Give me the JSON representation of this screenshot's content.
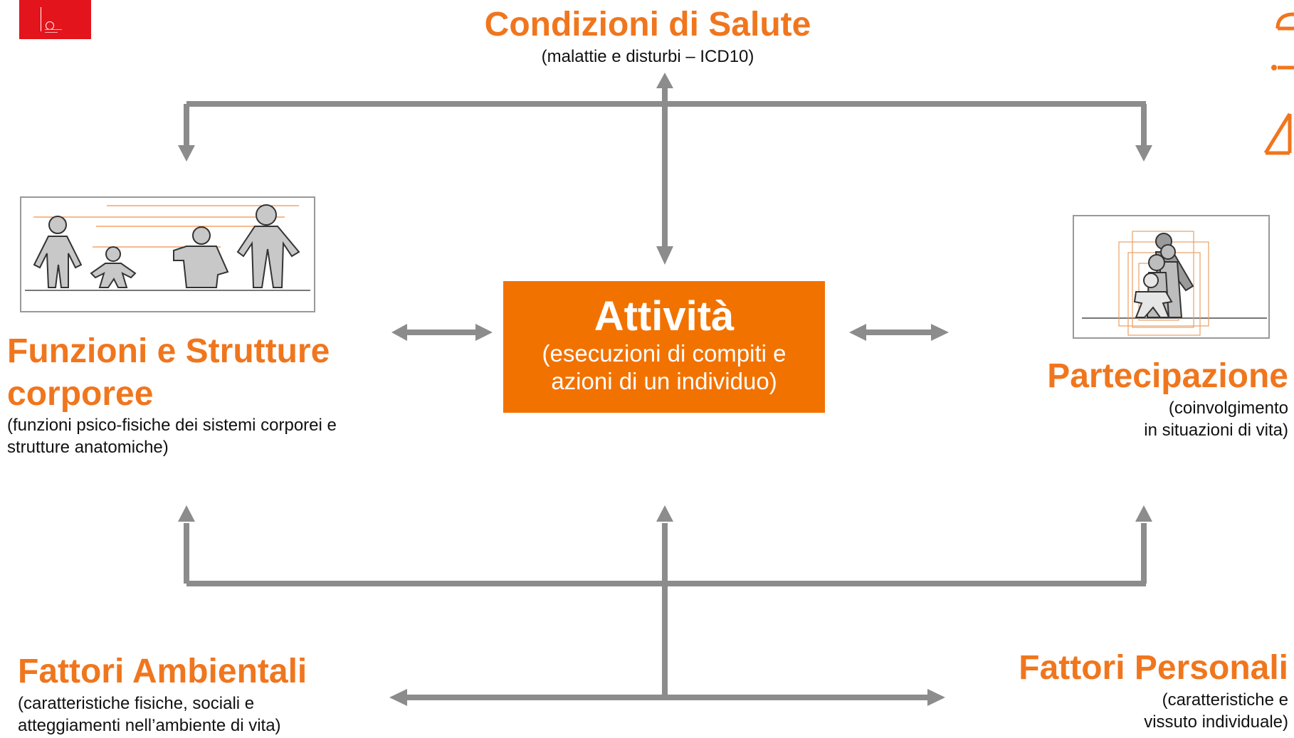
{
  "header_logo": {
    "name": "organization-logo"
  },
  "health_condition": {
    "title": "Condizioni di Salute",
    "subtitle": "(malattie e disturbi – ICD10)"
  },
  "activity": {
    "title": "Attività",
    "line1": "(esecuzioni di compiti e",
    "line2": "azioni di un individuo)"
  },
  "body_functions": {
    "title_line1": "Funzioni e Strutture",
    "title_line2": "corporee",
    "desc_line1": "(funzioni psico-fisiche dei sistemi corporei e",
    "desc_line2": "strutture anatomiche)"
  },
  "participation": {
    "title": "Partecipazione",
    "desc_line1": "(coinvolgimento",
    "desc_line2": "in situazioni di vita)"
  },
  "environmental_factors": {
    "title": "Fattori Ambientali",
    "desc_line1": "(caratteristiche fisiche, sociali e",
    "desc_line2": "atteggiamenti nell’ambiente di vita)"
  },
  "personal_factors": {
    "title": "Fattori Personali",
    "desc_line1": "(caratteristiche e",
    "desc_line2": "vissuto individuale)"
  },
  "colors": {
    "accent": "#F0761E",
    "box": "#F27200",
    "arrow": "#8C8C8C"
  }
}
